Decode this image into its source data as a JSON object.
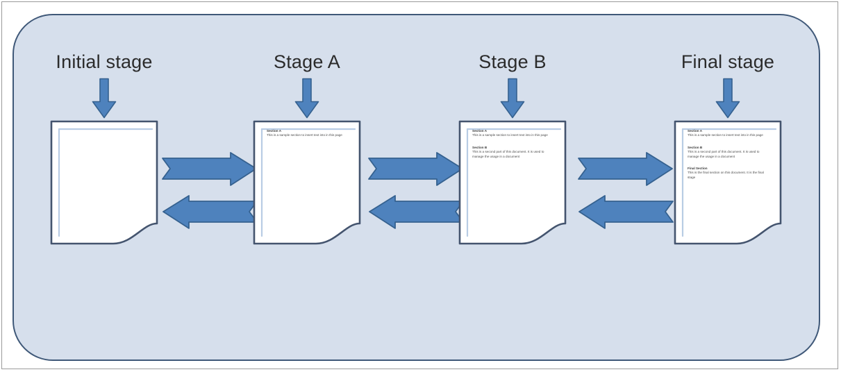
{
  "diagram": {
    "title_visible": false,
    "colors": {
      "panel_background": "#d6dfec",
      "panel_border": "#3f5878",
      "outer_frame": "#9a9a9a",
      "arrow_fill": "#4e82bd",
      "arrow_stroke": "#35618f",
      "document_border": "#44546e",
      "document_fill": "#ffffff",
      "document_rule": "#b8cce4",
      "label_text": "#2b2b2b"
    },
    "stages": [
      {
        "id": "initial-stage",
        "label": "Initial stage",
        "sections": []
      },
      {
        "id": "stage-a",
        "label": "Stage A",
        "sections": [
          {
            "heading": "Section A",
            "body": "This is a sample section to insert text into in this page"
          }
        ]
      },
      {
        "id": "stage-b",
        "label": "Stage B",
        "sections": [
          {
            "heading": "Section A",
            "body": "This is a sample section to insert text into in this page"
          },
          {
            "heading": "Section B",
            "body": "This is a second part of this document. It is used to manage the usage in a document"
          }
        ]
      },
      {
        "id": "final-stage",
        "label": "Final stage",
        "sections": [
          {
            "heading": "Section A",
            "body": "This is a sample section to insert text into in this page"
          },
          {
            "heading": "Section B",
            "body": "This is a second part of this document. It is used to manage the usage in a document"
          },
          {
            "heading": "Final Section",
            "body": "This is the final section on this document. It is the final stage"
          }
        ]
      }
    ],
    "connectors": [
      {
        "id": "initial-to-a",
        "forward": "right-arrow",
        "backward": "left-arrow"
      },
      {
        "id": "a-to-b",
        "forward": "right-arrow",
        "backward": "left-arrow"
      },
      {
        "id": "b-to-final",
        "forward": "right-arrow",
        "backward": "left-arrow"
      }
    ]
  }
}
